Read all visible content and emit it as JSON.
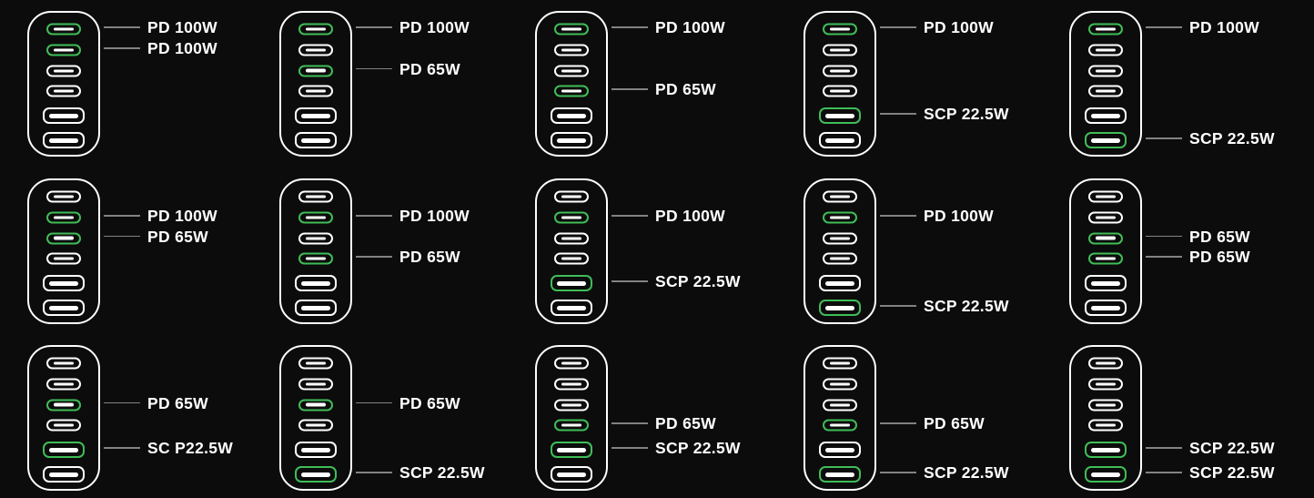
{
  "colors": {
    "background": "#0c0c0c",
    "active_green": "#3fbd57",
    "port_outline_white": "#ffffff",
    "callout_line_gray": "#828282",
    "label_text": "#ffffff"
  },
  "device": {
    "port_count": 6,
    "port_types": [
      "usb-c",
      "usb-c",
      "usb-c",
      "usb-c",
      "usb-a",
      "usb-a"
    ]
  },
  "chargers": [
    {
      "row": 1,
      "col": 1,
      "active_ports": [
        {
          "port": 1,
          "label": "PD 100W"
        },
        {
          "port": 2,
          "label": "PD 100W"
        }
      ]
    },
    {
      "row": 1,
      "col": 2,
      "active_ports": [
        {
          "port": 1,
          "label": "PD 100W"
        },
        {
          "port": 3,
          "label": "PD 65W"
        }
      ]
    },
    {
      "row": 1,
      "col": 3,
      "active_ports": [
        {
          "port": 1,
          "label": "PD 100W"
        },
        {
          "port": 4,
          "label": "PD 65W"
        }
      ]
    },
    {
      "row": 1,
      "col": 4,
      "active_ports": [
        {
          "port": 1,
          "label": "PD 100W"
        },
        {
          "port": 5,
          "label": "SCP 22.5W"
        }
      ]
    },
    {
      "row": 1,
      "col": 5,
      "active_ports": [
        {
          "port": 1,
          "label": "PD 100W"
        },
        {
          "port": 6,
          "label": "SCP 22.5W"
        }
      ]
    },
    {
      "row": 2,
      "col": 1,
      "active_ports": [
        {
          "port": 2,
          "label": "PD 100W"
        },
        {
          "port": 3,
          "label": "PD 65W"
        }
      ]
    },
    {
      "row": 2,
      "col": 2,
      "active_ports": [
        {
          "port": 2,
          "label": "PD 100W"
        },
        {
          "port": 4,
          "label": "PD 65W"
        }
      ]
    },
    {
      "row": 2,
      "col": 3,
      "active_ports": [
        {
          "port": 2,
          "label": "PD 100W"
        },
        {
          "port": 5,
          "label": "SCP 22.5W"
        }
      ]
    },
    {
      "row": 2,
      "col": 4,
      "active_ports": [
        {
          "port": 2,
          "label": "PD 100W"
        },
        {
          "port": 6,
          "label": "SCP 22.5W"
        }
      ]
    },
    {
      "row": 2,
      "col": 5,
      "active_ports": [
        {
          "port": 3,
          "label": "PD 65W"
        },
        {
          "port": 4,
          "label": "PD 65W"
        }
      ]
    },
    {
      "row": 3,
      "col": 1,
      "active_ports": [
        {
          "port": 3,
          "label": "PD 65W"
        },
        {
          "port": 5,
          "label": "SC P22.5W"
        }
      ]
    },
    {
      "row": 3,
      "col": 2,
      "active_ports": [
        {
          "port": 3,
          "label": "PD 65W"
        },
        {
          "port": 6,
          "label": "SCP 22.5W"
        }
      ]
    },
    {
      "row": 3,
      "col": 3,
      "active_ports": [
        {
          "port": 4,
          "label": "PD 65W"
        },
        {
          "port": 5,
          "label": "SCP 22.5W"
        }
      ]
    },
    {
      "row": 3,
      "col": 4,
      "active_ports": [
        {
          "port": 4,
          "label": "PD 65W"
        },
        {
          "port": 6,
          "label": "SCP 22.5W"
        }
      ]
    },
    {
      "row": 3,
      "col": 5,
      "active_ports": [
        {
          "port": 5,
          "label": "SCP 22.5W"
        },
        {
          "port": 6,
          "label": "SCP 22.5W"
        }
      ]
    }
  ]
}
